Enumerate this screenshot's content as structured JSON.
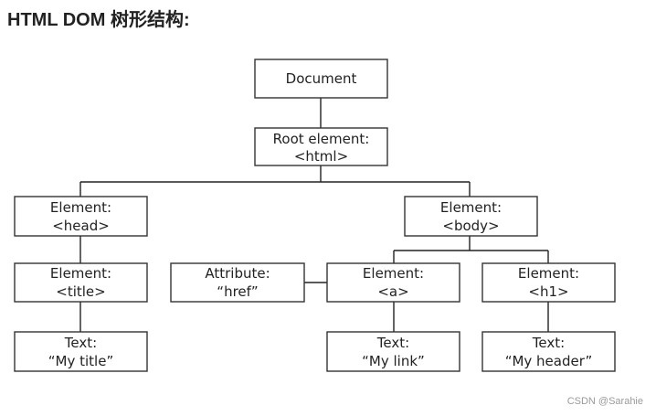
{
  "heading": "HTML DOM 树形结构:",
  "watermark": "CSDN @Sarahie",
  "nodes": {
    "document": {
      "lines": [
        "Document"
      ]
    },
    "root": {
      "lines": [
        "Root element:",
        "<html>"
      ]
    },
    "head": {
      "lines": [
        "Element:",
        "<head>"
      ]
    },
    "body": {
      "lines": [
        "Element:",
        "<body>"
      ]
    },
    "title": {
      "lines": [
        "Element:",
        "<title>"
      ]
    },
    "attribute": {
      "lines": [
        "Attribute:",
        "“href”"
      ]
    },
    "a": {
      "lines": [
        "Element:",
        "<a>"
      ]
    },
    "h1": {
      "lines": [
        "Element:",
        "<h1>"
      ]
    },
    "text_title": {
      "lines": [
        "Text:",
        "“My title”"
      ]
    },
    "text_link": {
      "lines": [
        "Text:",
        "“My link”"
      ]
    },
    "text_header": {
      "lines": [
        "Text:",
        "“My header”"
      ]
    }
  }
}
